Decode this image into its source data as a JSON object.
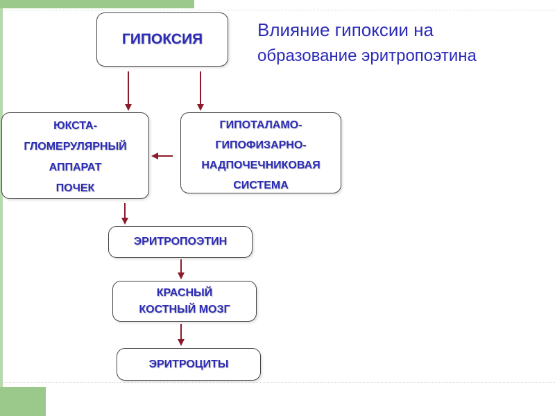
{
  "diagram": {
    "title_line1": "Влияние гипоксии на",
    "title_line2": "образование эритропоэтина",
    "nodes": {
      "hypoxia": "ГИПОКСИЯ",
      "juxtaglomerular": "ЮКСТА-\nГЛОМЕРУЛЯРНЫЙ\nАППАРАТ\nПОЧЕК",
      "hpa_system": "ГИПОТАЛАМО-\nГИПОФИЗАРНО-\nНАДПОЧЕЧНИКОВАЯ\nСИСТЕМА",
      "erythropoietin": "ЭРИТРОПОЭТИН",
      "red_bone_marrow": "КРАСНЫЙ\nКОСТНЫЙ МОЗГ",
      "erythrocytes": "ЭРИТРОЦИТЫ"
    }
  },
  "colors": {
    "text": "#2b2bb8",
    "arrow": "#8b1a2b",
    "accent_green": "#9bc88b"
  }
}
